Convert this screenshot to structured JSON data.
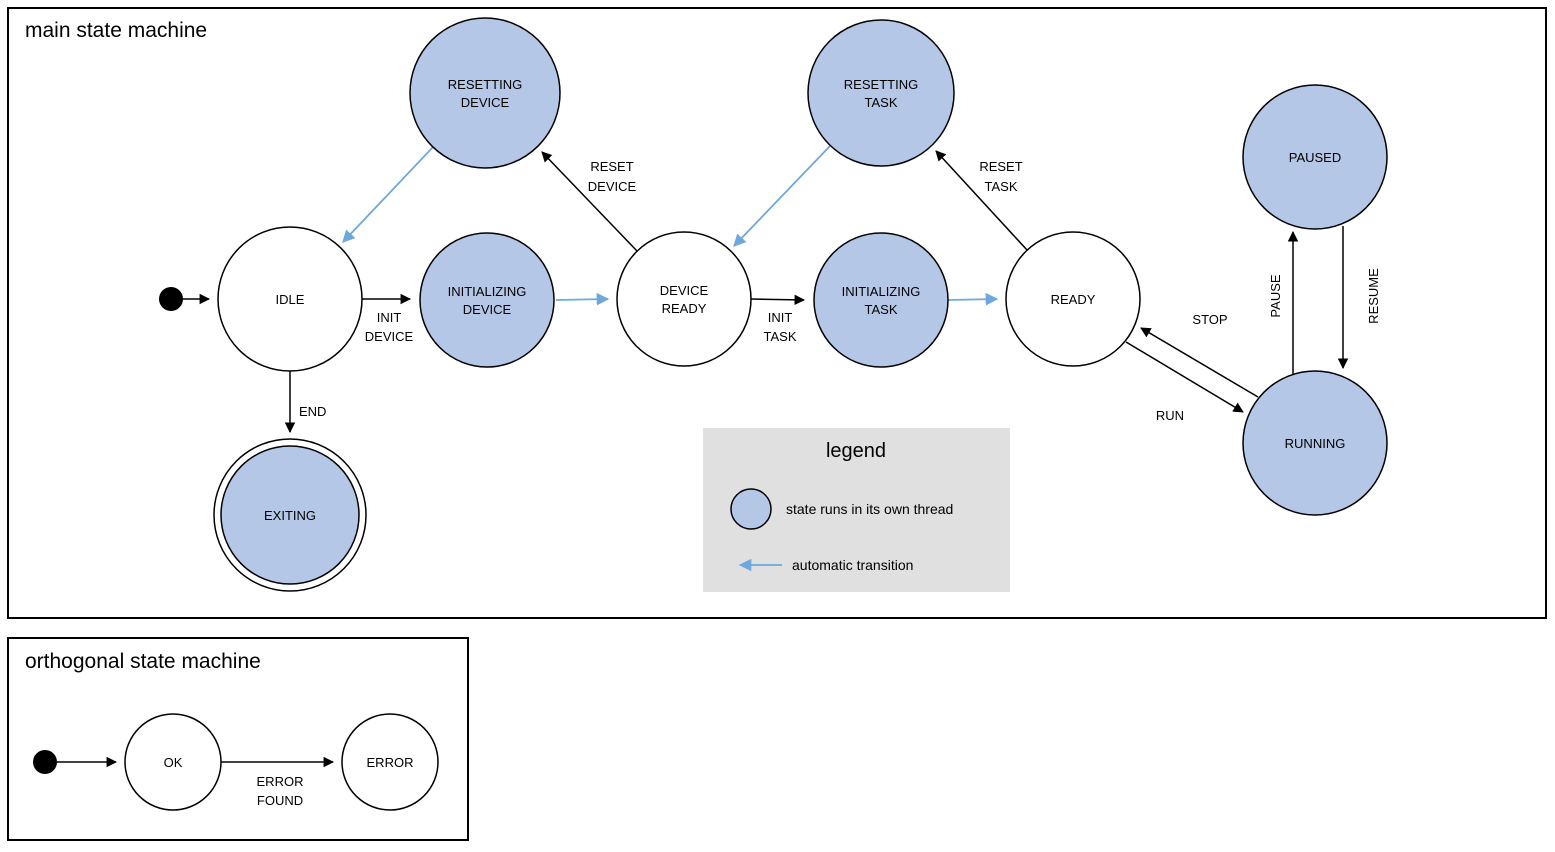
{
  "colors": {
    "state_fill": "#b4c7e7",
    "auto_transition": "#6fa8dc",
    "legend_bg": "#e0e0e0",
    "outline": "#000000"
  },
  "main": {
    "title": "main state machine",
    "states": {
      "idle": {
        "label": "IDLE",
        "threaded": false
      },
      "resetting_device": {
        "lines": [
          "RESETTING",
          "DEVICE"
        ],
        "threaded": true
      },
      "initializing_device": {
        "lines": [
          "INITIALIZING",
          "DEVICE"
        ],
        "threaded": true
      },
      "device_ready": {
        "lines": [
          "DEVICE",
          "READY"
        ],
        "threaded": false
      },
      "resetting_task": {
        "lines": [
          "RESETTING",
          "TASK"
        ],
        "threaded": true
      },
      "initializing_task": {
        "lines": [
          "INITIALIZING",
          "TASK"
        ],
        "threaded": true
      },
      "ready": {
        "label": "READY",
        "threaded": false
      },
      "paused": {
        "label": "PAUSED",
        "threaded": true
      },
      "running": {
        "label": "RUNNING",
        "threaded": true
      },
      "exiting": {
        "label": "EXITING",
        "threaded": true,
        "final_state": true
      }
    },
    "transitions": {
      "init_device": {
        "lines": [
          "INIT",
          "DEVICE"
        ]
      },
      "reset_device": {
        "lines": [
          "RESET",
          "DEVICE"
        ]
      },
      "init_task": {
        "lines": [
          "INIT",
          "TASK"
        ]
      },
      "reset_task": {
        "lines": [
          "RESET",
          "TASK"
        ]
      },
      "run": {
        "label": "RUN"
      },
      "stop": {
        "label": "STOP"
      },
      "pause": {
        "label": "PAUSE"
      },
      "resume": {
        "label": "RESUME"
      },
      "end": {
        "label": "END"
      }
    },
    "legend": {
      "title": "legend",
      "thread_note": "state runs in its own thread",
      "auto_note": "automatic transition"
    }
  },
  "orthogonal": {
    "title": "orthogonal state machine",
    "states": {
      "ok": {
        "label": "OK"
      },
      "error": {
        "label": "ERROR"
      }
    },
    "transitions": {
      "error_found": {
        "lines": [
          "ERROR",
          "FOUND"
        ]
      }
    }
  }
}
